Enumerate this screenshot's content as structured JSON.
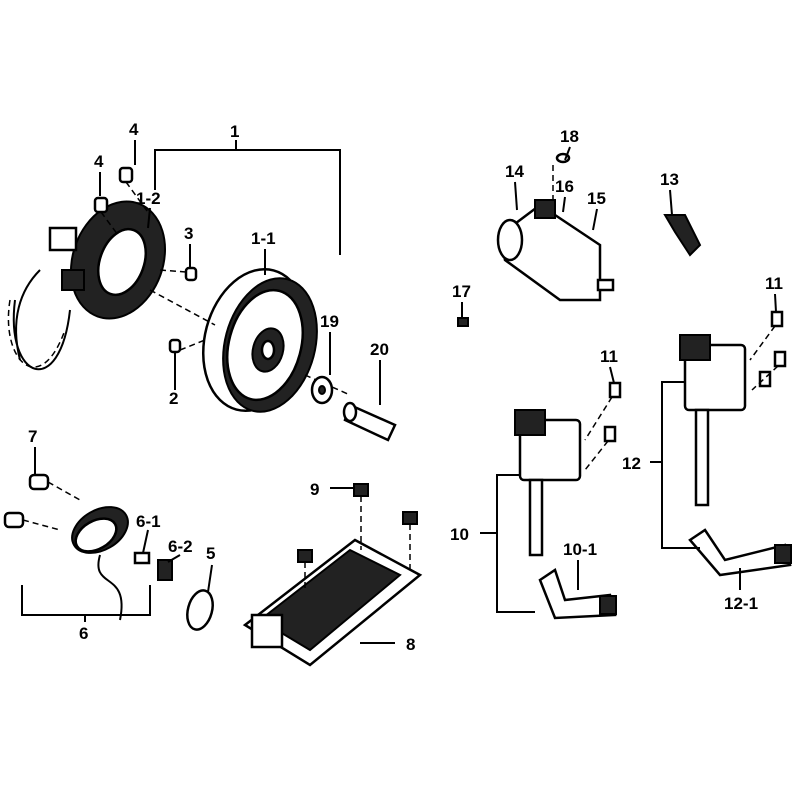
{
  "labels": {
    "l1": "1",
    "l1_1": "1-1",
    "l1_2": "1-2",
    "l2": "2",
    "l3": "3",
    "l4a": "4",
    "l4b": "4",
    "l5": "5",
    "l6": "6",
    "l6_1": "6-1",
    "l6_2": "6-2",
    "l7": "7",
    "l8": "8",
    "l9": "9",
    "l10": "10",
    "l10_1": "10-1",
    "l11a": "11",
    "l11b": "11",
    "l12": "12",
    "l12_1": "12-1",
    "l13": "13",
    "l14": "14",
    "l15": "15",
    "l16": "16",
    "l17": "17",
    "l18": "18",
    "l19": "19",
    "l20": "20"
  }
}
